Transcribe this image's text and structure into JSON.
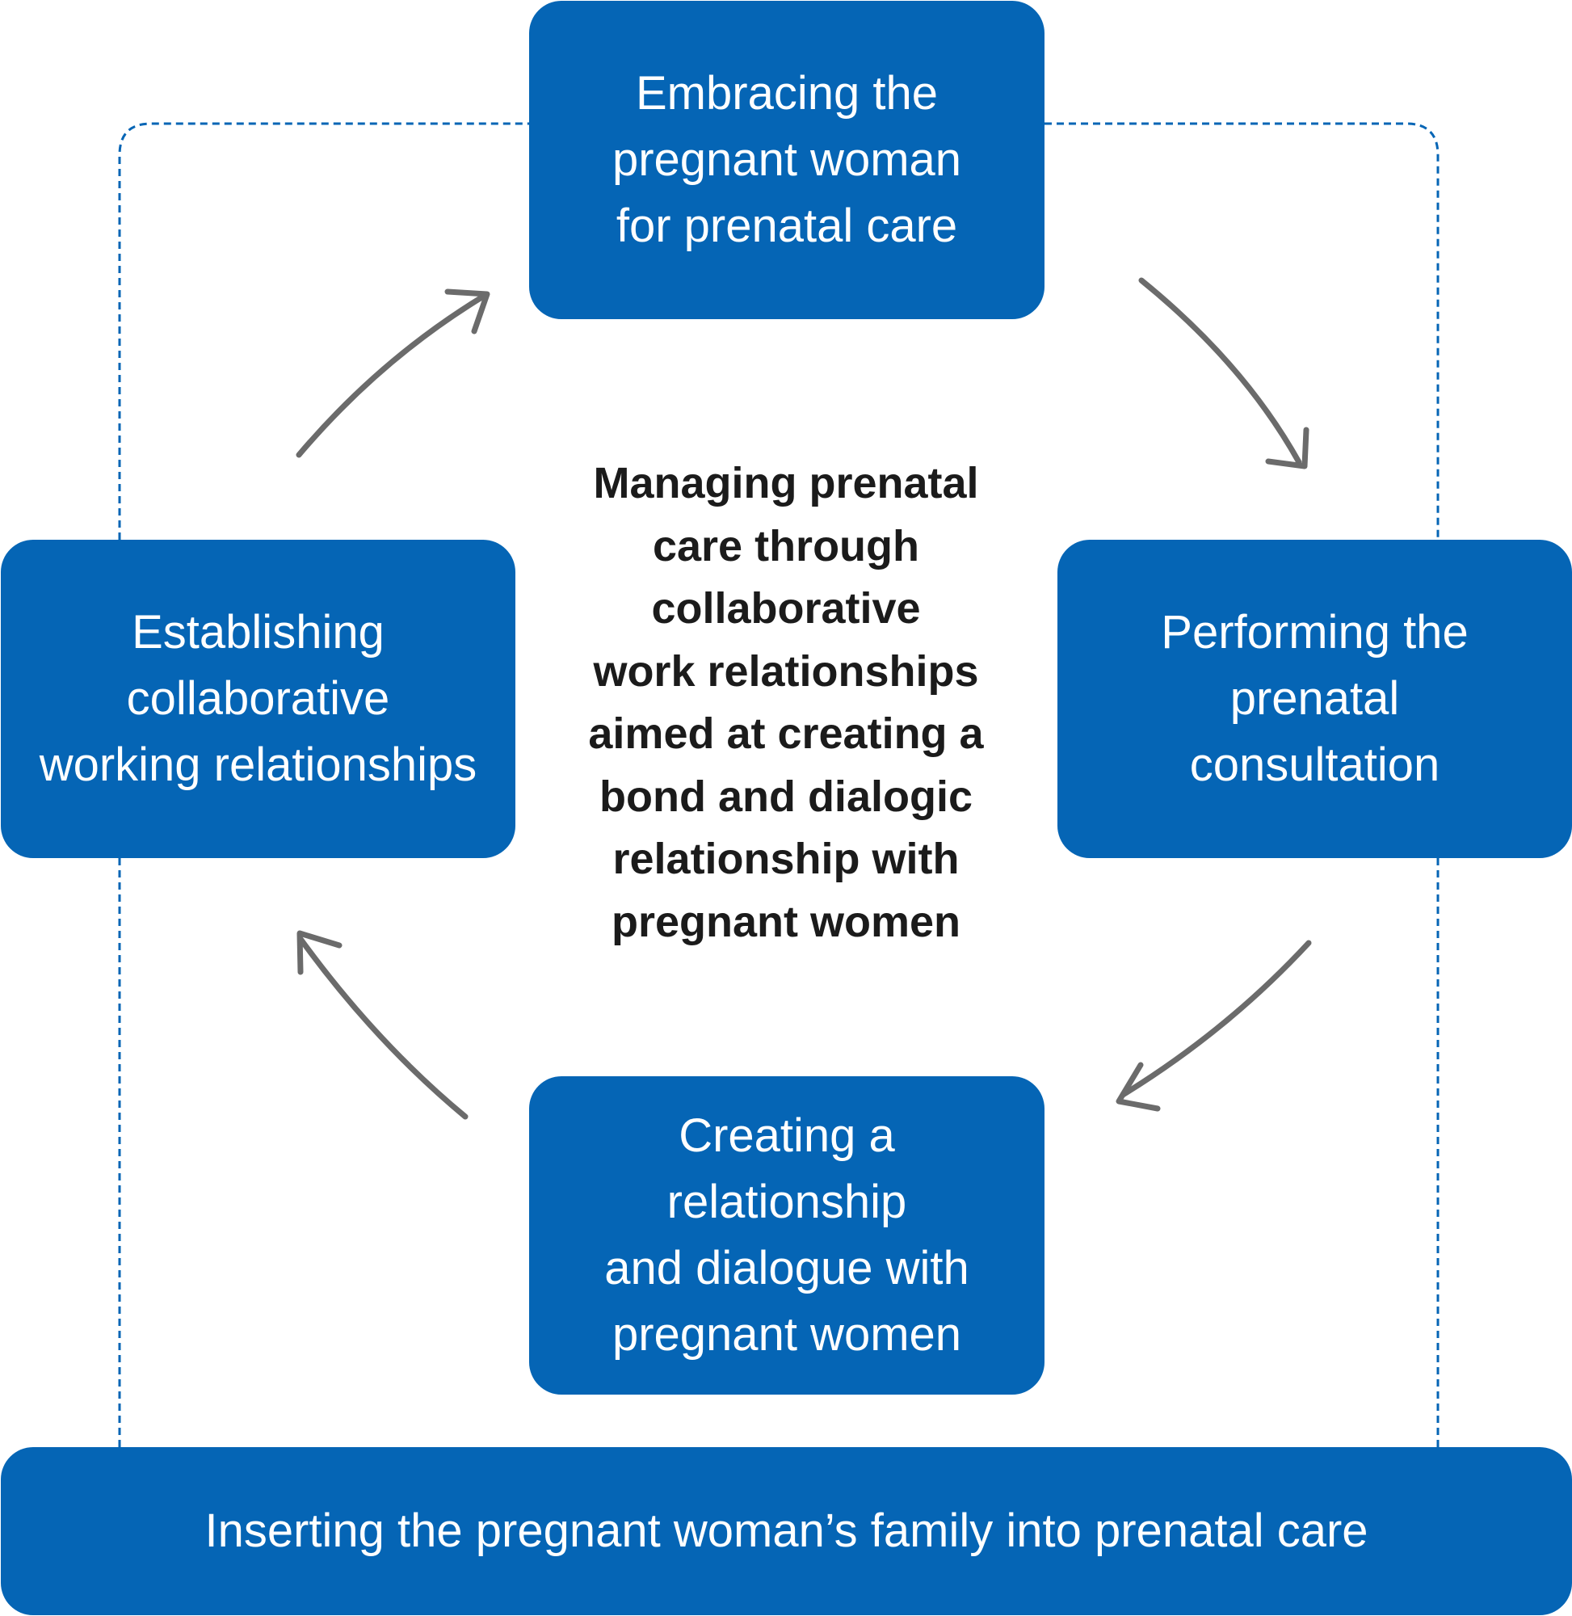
{
  "diagram": {
    "center": {
      "text": "Managing prenatal\ncare through\ncollaborative\nwork relationships\naimed at creating a\nbond and dialogic\nrelationship with\npregnant women"
    },
    "stages": {
      "top": "Embracing the\npregnant woman\nfor prenatal care",
      "right": "Performing the\nprenatal\nconsultation",
      "bottom": "Creating a\nrelationship\nand dialogue with\npregnant women",
      "left": "Establishing\ncollaborative\nworking relationships"
    },
    "base": {
      "text": "Inserting the pregnant woman’s family into prenatal care"
    },
    "colors": {
      "box_fill": "#0565b5",
      "box_text": "#ffffff",
      "arrow": "#6b6b6b",
      "dashed_border": "#0565b5",
      "center_text": "#1b1b1b"
    }
  }
}
